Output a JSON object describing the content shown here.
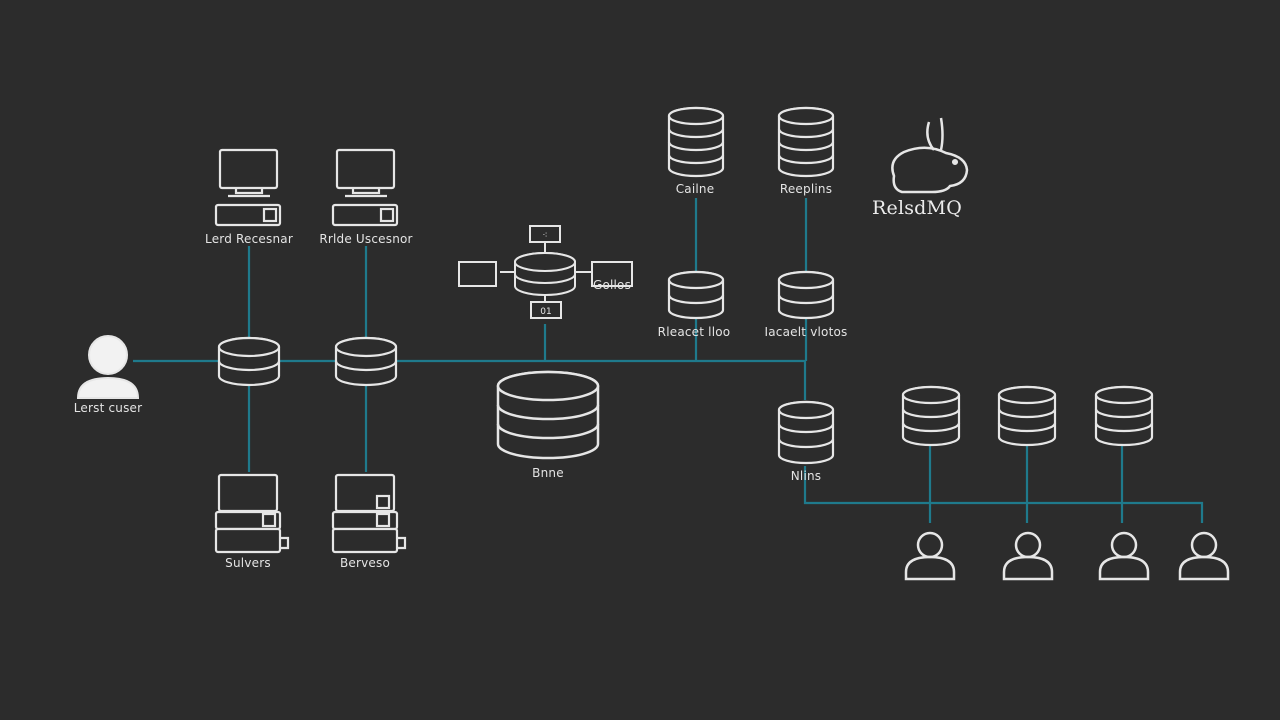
{
  "colors": {
    "background": "#2c2c2c",
    "line": "#1f7a8c",
    "icon": "#e6e6e6"
  },
  "brand": {
    "name": "RelsdMQ",
    "icon": "rabbit-icon"
  },
  "labels": {
    "left_user": "Lerst cuser",
    "load_balancer_1": "Lerd Recesnar",
    "load_balancer_2": "Rrlde Uscesnor",
    "server_1": "Sulvers",
    "server_2": "Berveso",
    "main_db": "Bnne",
    "cache": "Cailne",
    "replica": "Reeplins",
    "cache_node": "Rleacet lloo",
    "insert_db": "Iacaelt vlotos",
    "nodes_db": "Nlins",
    "queue_right": "Gollos"
  },
  "badges": {
    "top": "⁖",
    "bottom": "01"
  },
  "icons": {
    "user": "user-icon",
    "monitor": "monitor-icon",
    "server": "server-icon",
    "database": "database-icon",
    "queue": "queue-icon"
  }
}
